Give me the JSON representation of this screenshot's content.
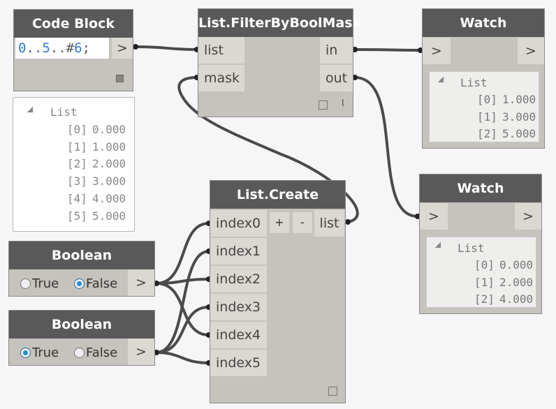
{
  "code_block": {
    "title": "Code Block",
    "code_parts": [
      "0",
      "..",
      "5",
      "..#",
      "6",
      ";"
    ],
    "out": ">"
  },
  "code_preview": {
    "title": "List",
    "rows": [
      {
        "idx": "[0]",
        "val": "0.000"
      },
      {
        "idx": "[1]",
        "val": "1.000"
      },
      {
        "idx": "[2]",
        "val": "2.000"
      },
      {
        "idx": "[3]",
        "val": "3.000"
      },
      {
        "idx": "[4]",
        "val": "4.000"
      },
      {
        "idx": "[5]",
        "val": "5.000"
      }
    ]
  },
  "filter": {
    "title": "List.FilterByBoolMask",
    "in1": "list",
    "in2": "mask",
    "out1": "in",
    "out2": "out",
    "level": "l"
  },
  "watch1": {
    "title": "Watch",
    "in": ">",
    "out": ">",
    "list_title": "List",
    "rows": [
      {
        "idx": "[0]",
        "val": "1.000"
      },
      {
        "idx": "[1]",
        "val": "3.000"
      },
      {
        "idx": "[2]",
        "val": "5.000"
      }
    ]
  },
  "watch2": {
    "title": "Watch",
    "in": ">",
    "out": ">",
    "list_title": "List",
    "rows": [
      {
        "idx": "[0]",
        "val": "0.000"
      },
      {
        "idx": "[1]",
        "val": "2.000"
      },
      {
        "idx": "[2]",
        "val": "4.000"
      }
    ]
  },
  "create": {
    "title": "List.Create",
    "inputs": [
      "index0",
      "index1",
      "index2",
      "index3",
      "index4",
      "index5"
    ],
    "plus": "+",
    "minus": "-",
    "out": "list"
  },
  "bool1": {
    "title": "Boolean",
    "true_label": "True",
    "false_label": "False",
    "selected": "False",
    "out": ">"
  },
  "bool2": {
    "title": "Boolean",
    "true_label": "True",
    "false_label": "False",
    "selected": "True",
    "out": ">"
  },
  "colors": {
    "wire": "#4a4a4a",
    "header": "#595959",
    "body": "#c6c3bc",
    "port": "#dbd8d1",
    "code_number": "#2b7bd4",
    "radio_on": "#1f8fd0"
  }
}
